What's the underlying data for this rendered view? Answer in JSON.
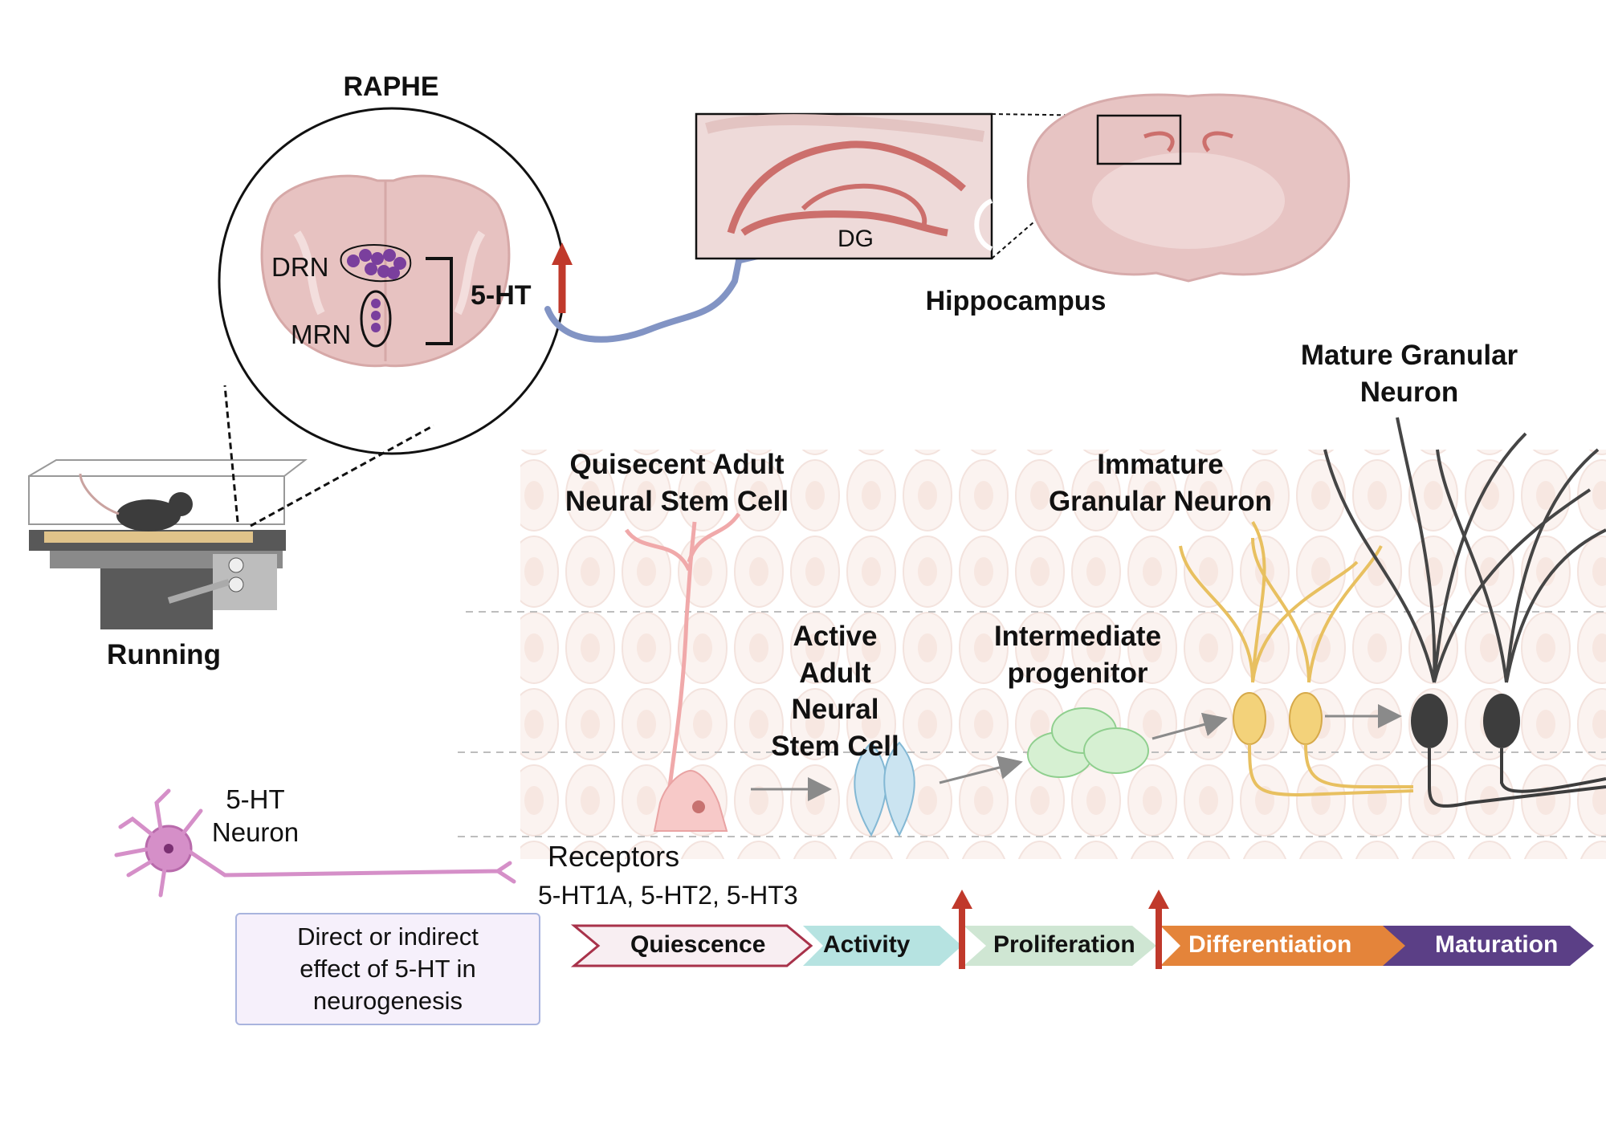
{
  "raphe": {
    "title": "RAPHE",
    "drn": "DRN",
    "mrn": "MRN",
    "serotonin": "5-HT"
  },
  "hippocampus": {
    "dg": "DG",
    "label": "Hippocampus"
  },
  "running": {
    "label": "Running"
  },
  "cells": {
    "mature": {
      "line1": "Mature Granular",
      "line2": "Neuron"
    },
    "quiescent": {
      "line1": "Quisecent Adult",
      "line2": "Neural Stem Cell"
    },
    "immature": {
      "line1": "Immature",
      "line2": "Granular Neuron"
    },
    "active": {
      "line1": "Active",
      "line2": "Adult",
      "line3": "Neural",
      "line4": "Stem Cell"
    },
    "intermediate": {
      "line1": "Intermediate",
      "line2": "progenitor"
    }
  },
  "neuron": {
    "line1": "5-HT",
    "line2": "Neuron"
  },
  "receptors": {
    "title": "Receptors",
    "list": "5-HT1A, 5-HT2, 5-HT3"
  },
  "effect": {
    "line1": "Direct or indirect",
    "line2": "effect of 5-HT in",
    "line3": "neurogenesis"
  },
  "stages": [
    "Quiescence",
    "Activity",
    "Proliferation",
    "Differentiation",
    "Maturation"
  ],
  "colors": {
    "quiescence": "#f8eef2",
    "activity": "#b6e3e1",
    "proliferation": "#cfe6d3",
    "differentiation": "#e4843a",
    "maturation": "#5b3f86",
    "up_arrow": "#c0392b",
    "axon": "#8294c4",
    "brain": "#e8c4c3"
  }
}
